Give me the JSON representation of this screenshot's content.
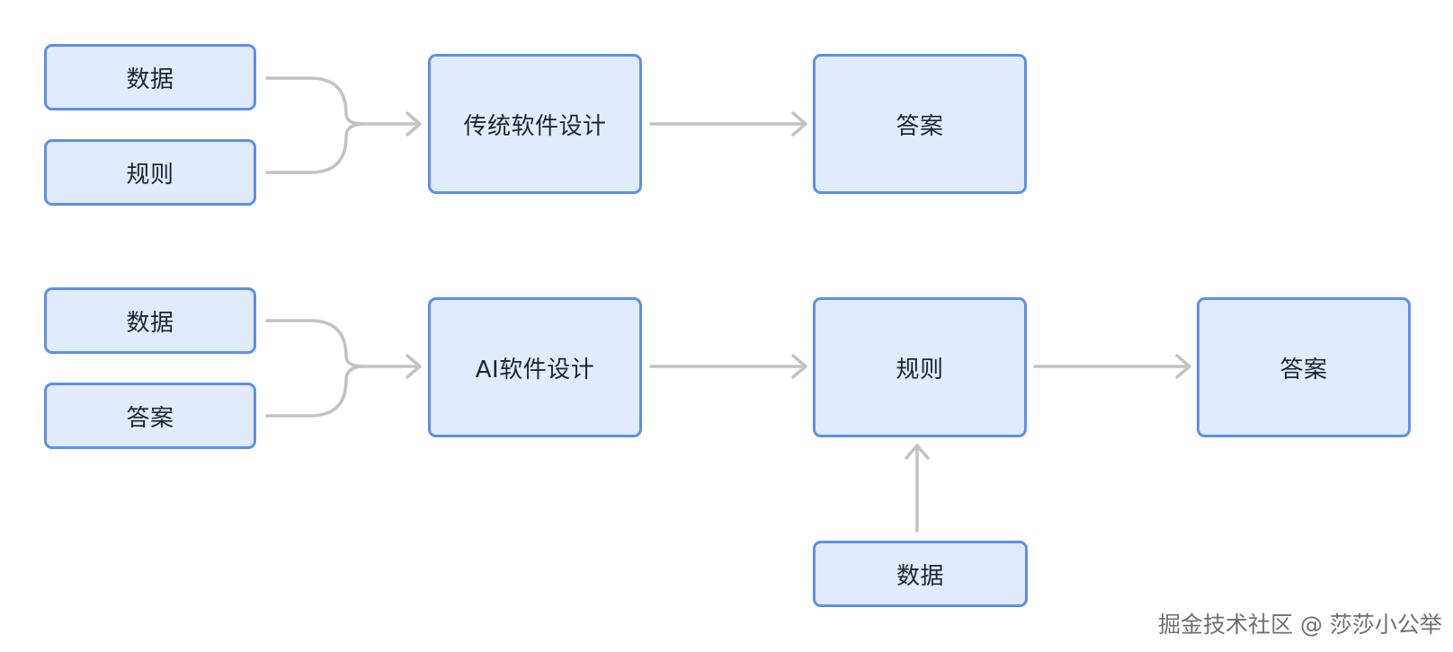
{
  "diagram": {
    "row1": {
      "input_data": "数据",
      "input_rules": "规则",
      "process": "传统软件设计",
      "output": "答案"
    },
    "row2": {
      "input_data": "数据",
      "input_answers": "答案",
      "process": "AI软件设计",
      "middle": "规则",
      "output": "答案",
      "bottom_input": "数据"
    }
  },
  "watermark": {
    "text": "掘金技术社区 @ 莎莎小公举"
  },
  "colors": {
    "box_fill": "#e1ebfd",
    "box_border": "#5b8ff0",
    "connector": "#c2c2c2",
    "text": "#1f2430"
  }
}
